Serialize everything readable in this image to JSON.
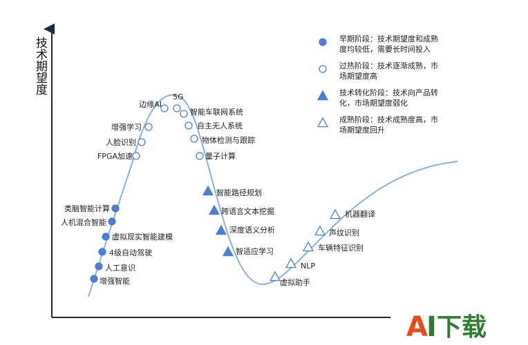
{
  "chart_data": {
    "type": "line",
    "ylabel": "技术期望度",
    "xlabel": "",
    "title": "",
    "stages": [
      {
        "key": "early",
        "marker": "filled-circle",
        "legend": [
          "早期阶段：技术期望度和成熟",
          "度均较低，需要长时间投入"
        ]
      },
      {
        "key": "hype",
        "marker": "open-circle",
        "legend": [
          "过热阶段：技术逐渐成熟，市",
          "场期望度高"
        ]
      },
      {
        "key": "transition",
        "marker": "filled-triangle",
        "legend": [
          "技术转化阶段：技术向产品转",
          "化，市场期望度弱化"
        ]
      },
      {
        "key": "mature",
        "marker": "open-triangle",
        "legend": [
          "成熟阶段：技术成熟度高，市",
          "场期望度回升"
        ]
      }
    ],
    "items": [
      {
        "label": "增强智能",
        "stage": "early"
      },
      {
        "label": "人工意识",
        "stage": "early"
      },
      {
        "label": "4级自动驾驶",
        "stage": "early"
      },
      {
        "label": "虚拟现实智能建模",
        "stage": "early"
      },
      {
        "label": "人机混合智能",
        "stage": "early"
      },
      {
        "label": "类脑智能计算",
        "stage": "early"
      },
      {
        "label": "FPGA加速",
        "stage": "hype"
      },
      {
        "label": "人脸识别",
        "stage": "hype"
      },
      {
        "label": "增强学习",
        "stage": "hype"
      },
      {
        "label": "边缘AI",
        "stage": "hype"
      },
      {
        "label": "5G",
        "stage": "hype"
      },
      {
        "label": "智能车联网系统",
        "stage": "hype"
      },
      {
        "label": "自主无人系统",
        "stage": "hype"
      },
      {
        "label": "物体检测与跟踪",
        "stage": "hype"
      },
      {
        "label": "量子计算",
        "stage": "hype"
      },
      {
        "label": "智能路径规划",
        "stage": "transition"
      },
      {
        "label": "跨语言文本挖掘",
        "stage": "transition"
      },
      {
        "label": "深度语义分析",
        "stage": "transition"
      },
      {
        "label": "智适应学习",
        "stage": "transition"
      },
      {
        "label": "虚拟助手",
        "stage": "mature"
      },
      {
        "label": "NLP",
        "stage": "mature"
      },
      {
        "label": "车辆特征识别",
        "stage": "mature"
      },
      {
        "label": "声纹识别",
        "stage": "mature"
      },
      {
        "label": "机器翻译",
        "stage": "mature"
      }
    ],
    "colors": {
      "accent": "#4a7fd4",
      "curve": "#8ab0e0",
      "axis": "#1a2a44"
    }
  },
  "logo": {
    "a": "A",
    "i": "I",
    "rest": "下载",
    "colors": {
      "a": "#e64a19",
      "i": "#2e7d32",
      "rest": "#2e7d32"
    }
  }
}
